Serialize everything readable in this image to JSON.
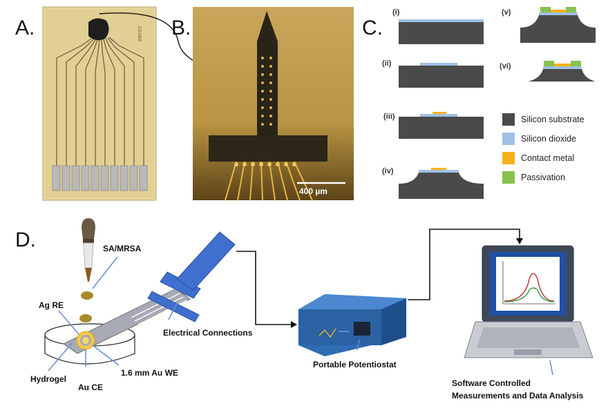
{
  "panels": {
    "a": "A.",
    "b": "B.",
    "c": "C.",
    "d": "D."
  },
  "panel_a": {
    "chip_text": "eencr"
  },
  "panel_b": {
    "scalebar": "400 µm"
  },
  "panel_c": {
    "steps": [
      "(i)",
      "(ii)",
      "(iii)",
      "(iv)",
      "(v)",
      "(vi)"
    ],
    "legend": [
      {
        "label": "Silicon substrate",
        "color": "#4a4a4a"
      },
      {
        "label": "Silicon dioxide",
        "color": "#9fc1e6"
      },
      {
        "label": "Contact metal",
        "color": "#f6b21a"
      },
      {
        "label": "Passivation",
        "color": "#86c24d"
      }
    ]
  },
  "panel_d": {
    "sample": "SA/MRSA",
    "ref_electrode": "Ag RE",
    "hydrogel": "Hydrogel",
    "counter_electrode": "Au CE",
    "working_electrode": "1.6 mm Au WE",
    "connections": "Electrical Connections",
    "potentiostat": "Portable Potentiostat",
    "software_line1": "Software Controlled",
    "software_line2": "Measurements and Data Analysis"
  },
  "colors": {
    "silicon": "#4a4a4a",
    "oxide": "#9fc1e6",
    "metal": "#f6b21a",
    "passivation": "#86c24d",
    "pcb": "#e2cf96",
    "connector_blue": "#3f6fcf",
    "potentiostat": "#2f6db5"
  }
}
